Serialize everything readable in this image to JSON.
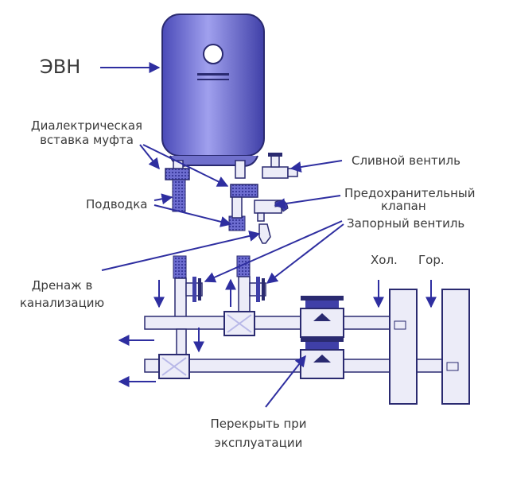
{
  "labels": {
    "evn": "ЭВН",
    "dielectric_line1": "Диалектрическая",
    "dielectric_line2": "вставка муфта",
    "supply": "Подводка",
    "drain_valve": "Сливной вентиль",
    "safety_valve_line1": "Предохранительный",
    "safety_valve_line2": "клапан",
    "shutoff_valve": "Запорный вентиль",
    "drainage_line1": "Дренаж в",
    "drainage_line2": "канализацию",
    "cold": "Хол.",
    "hot": "Гор.",
    "close_line1": "Перекрыть при",
    "close_line2": "эксплуатации"
  },
  "colors": {
    "tank_fill": "#8f8fe6",
    "tank_dark": "#3f3fa8",
    "pipe_fill": "#ececf8",
    "outline": "#2a2a70",
    "arrow": "#2e2ea0",
    "text": "#3a3a3a"
  }
}
